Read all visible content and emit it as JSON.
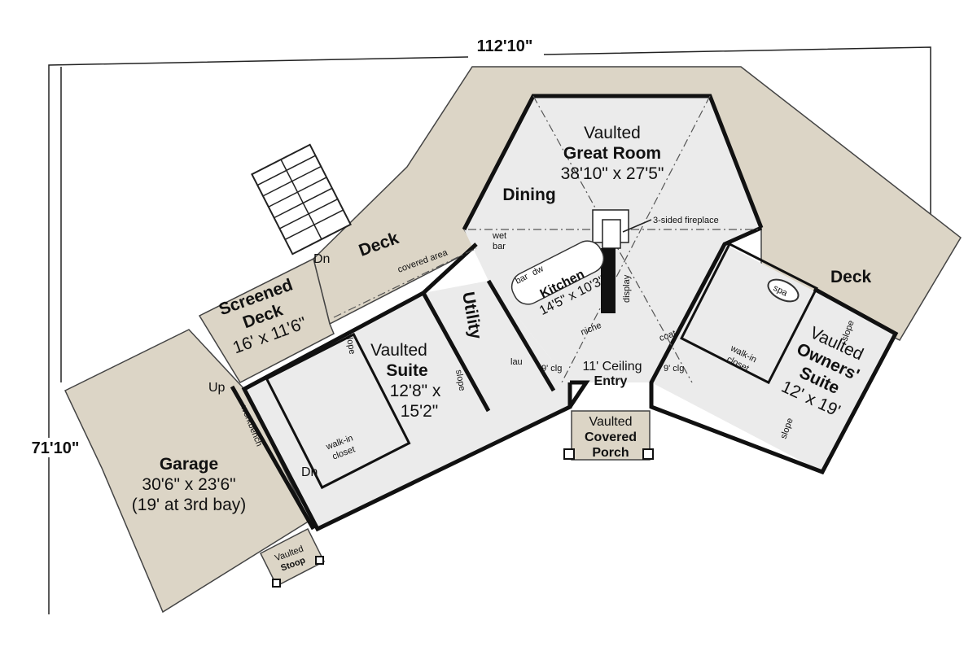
{
  "dimensions": {
    "width": "112'10\"",
    "depth": "71'10\""
  },
  "great_room": {
    "line1": "Vaulted",
    "line2": "Great Room",
    "size": "38'10\" x 27'5\""
  },
  "dining": "Dining",
  "fireplace": "3-sided fireplace",
  "wet_bar": {
    "line1": "wet",
    "line2": "bar"
  },
  "kitchen": {
    "name": "Kitchen",
    "size": "14'5\" x 10'3\"",
    "bar": "bar",
    "dw": "dw",
    "niche": "niche",
    "display": "display"
  },
  "deck_left": "Deck",
  "deck_right": "Deck",
  "covered_area": "covered area",
  "dn_top": "Dn",
  "screened_deck": {
    "line1": "Screened",
    "line2": "Deck",
    "size": "16' x 11'6\""
  },
  "utility": "Utility",
  "suite": {
    "line1": "Vaulted",
    "line2": "Suite",
    "size1": "12'8\" x",
    "size2": "15'2\"",
    "slope": "slope",
    "closet1": "walk-in",
    "closet2": "closet"
  },
  "lau": "lau",
  "entry": {
    "ceiling": "11' Ceiling",
    "name": "Entry",
    "clg_left": "9' clg",
    "clg_right": "9' clg",
    "coat": "coat"
  },
  "porch": {
    "line1": "Vaulted",
    "line2": "Covered",
    "line3": "Porch"
  },
  "owners_suite": {
    "line1": "Vaulted",
    "line2": "Owners'",
    "line3": "Suite",
    "size": "12' x 19'",
    "spa": "spa",
    "closet1": "walk-in",
    "closet2": "closet",
    "slope": "slope"
  },
  "garage": {
    "name": "Garage",
    "size": "30'6\" x 23'6\"",
    "note": "(19' at 3rd bay)",
    "workbench": "workbench",
    "up": "Up",
    "dn": "Dn"
  },
  "stoop": {
    "line1": "Vaulted",
    "line2": "Stoop"
  },
  "colors": {
    "deck": "#dcd5c6",
    "floor": "#ebebeb",
    "wall": "#111111"
  }
}
